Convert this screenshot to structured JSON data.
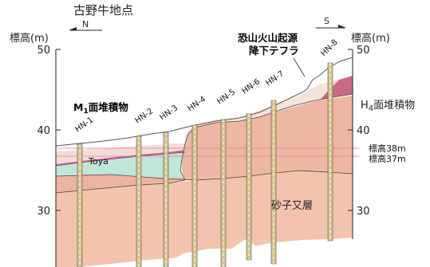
{
  "title": "古野牛地点",
  "direction": {
    "left": "N",
    "right": "S"
  },
  "axis": {
    "left_label": "標高(m)",
    "right_label": "標高(m)",
    "ticks": [
      "50",
      "40",
      "30"
    ]
  },
  "boreholes": [
    "HN-1",
    "HN-2",
    "HN-3",
    "HN-4",
    "HN-5",
    "HN-6",
    "HN-7",
    "HN-8"
  ],
  "units": {
    "m1_prefix": "M",
    "m1_sub": "1",
    "m1_suffix": "面堆積物",
    "h4_prefix": "H",
    "h4_sub": "4",
    "h4_suffix": "面堆積物",
    "tephra_line1": "恐山火山起源",
    "tephra_line2": "降下テフラ",
    "toya": "Toya",
    "sunakomata": "砂子又層"
  },
  "elevations": [
    "標高38m",
    "標高37m"
  ],
  "colors": {
    "sunakomata": "#f3c4ad",
    "h4": "#eeb7a1",
    "tephra": "#c86a86",
    "tephra_dark": "#b65778",
    "m1": "#bfe6db",
    "toya": "#d45a8c",
    "core": "#d8c48e"
  }
}
